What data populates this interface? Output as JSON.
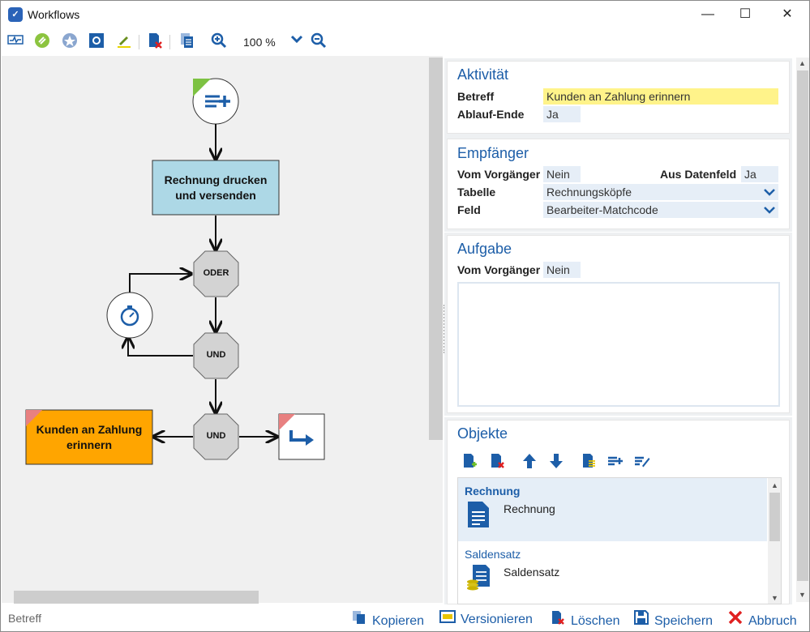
{
  "window": {
    "title": "Workflows",
    "minimize": "—",
    "maximize": "☐",
    "close": "✕"
  },
  "toolbar": {
    "zoom_level": "100 %"
  },
  "flow": {
    "task_node": "Rechnung drucken und versenden",
    "gate_oder": "ODER",
    "gate_und_1": "UND",
    "gate_und_2": "UND",
    "reminder_node": "Kunden an Zahlung erinnern"
  },
  "activity": {
    "title": "Aktivität",
    "betreff_label": "Betreff",
    "betreff_value": "Kunden an Zahlung erinnern",
    "ablauf_label": "Ablauf-Ende",
    "ablauf_value": "Ja"
  },
  "recipient": {
    "title": "Empfänger",
    "vom_vorgaenger_label": "Vom Vorgänger",
    "vom_vorgaenger_value": "Nein",
    "aus_datenfeld_label": "Aus Datenfeld",
    "aus_datenfeld_value": "Ja",
    "tabelle_label": "Tabelle",
    "tabelle_value": "Rechnungsköpfe",
    "feld_label": "Feld",
    "feld_value": "Bearbeiter-Matchcode"
  },
  "task": {
    "title": "Aufgabe",
    "vom_vorgaenger_label": "Vom Vorgänger",
    "vom_vorgaenger_value": "Nein"
  },
  "objects": {
    "title": "Objekte",
    "items": [
      {
        "title": "Rechnung",
        "name": "Rechnung"
      },
      {
        "title": "Saldensatz",
        "name": "Saldensatz"
      }
    ]
  },
  "status": {
    "label": "Betreff",
    "copy": "Kopieren",
    "version": "Versionieren",
    "delete": "Löschen",
    "save": "Speichern",
    "cancel": "Abbruch"
  },
  "colors": {
    "accent": "#1d5ea8",
    "task_fill": "#add8e6",
    "reminder_fill": "#ffa500",
    "highlight": "#fff38a"
  }
}
